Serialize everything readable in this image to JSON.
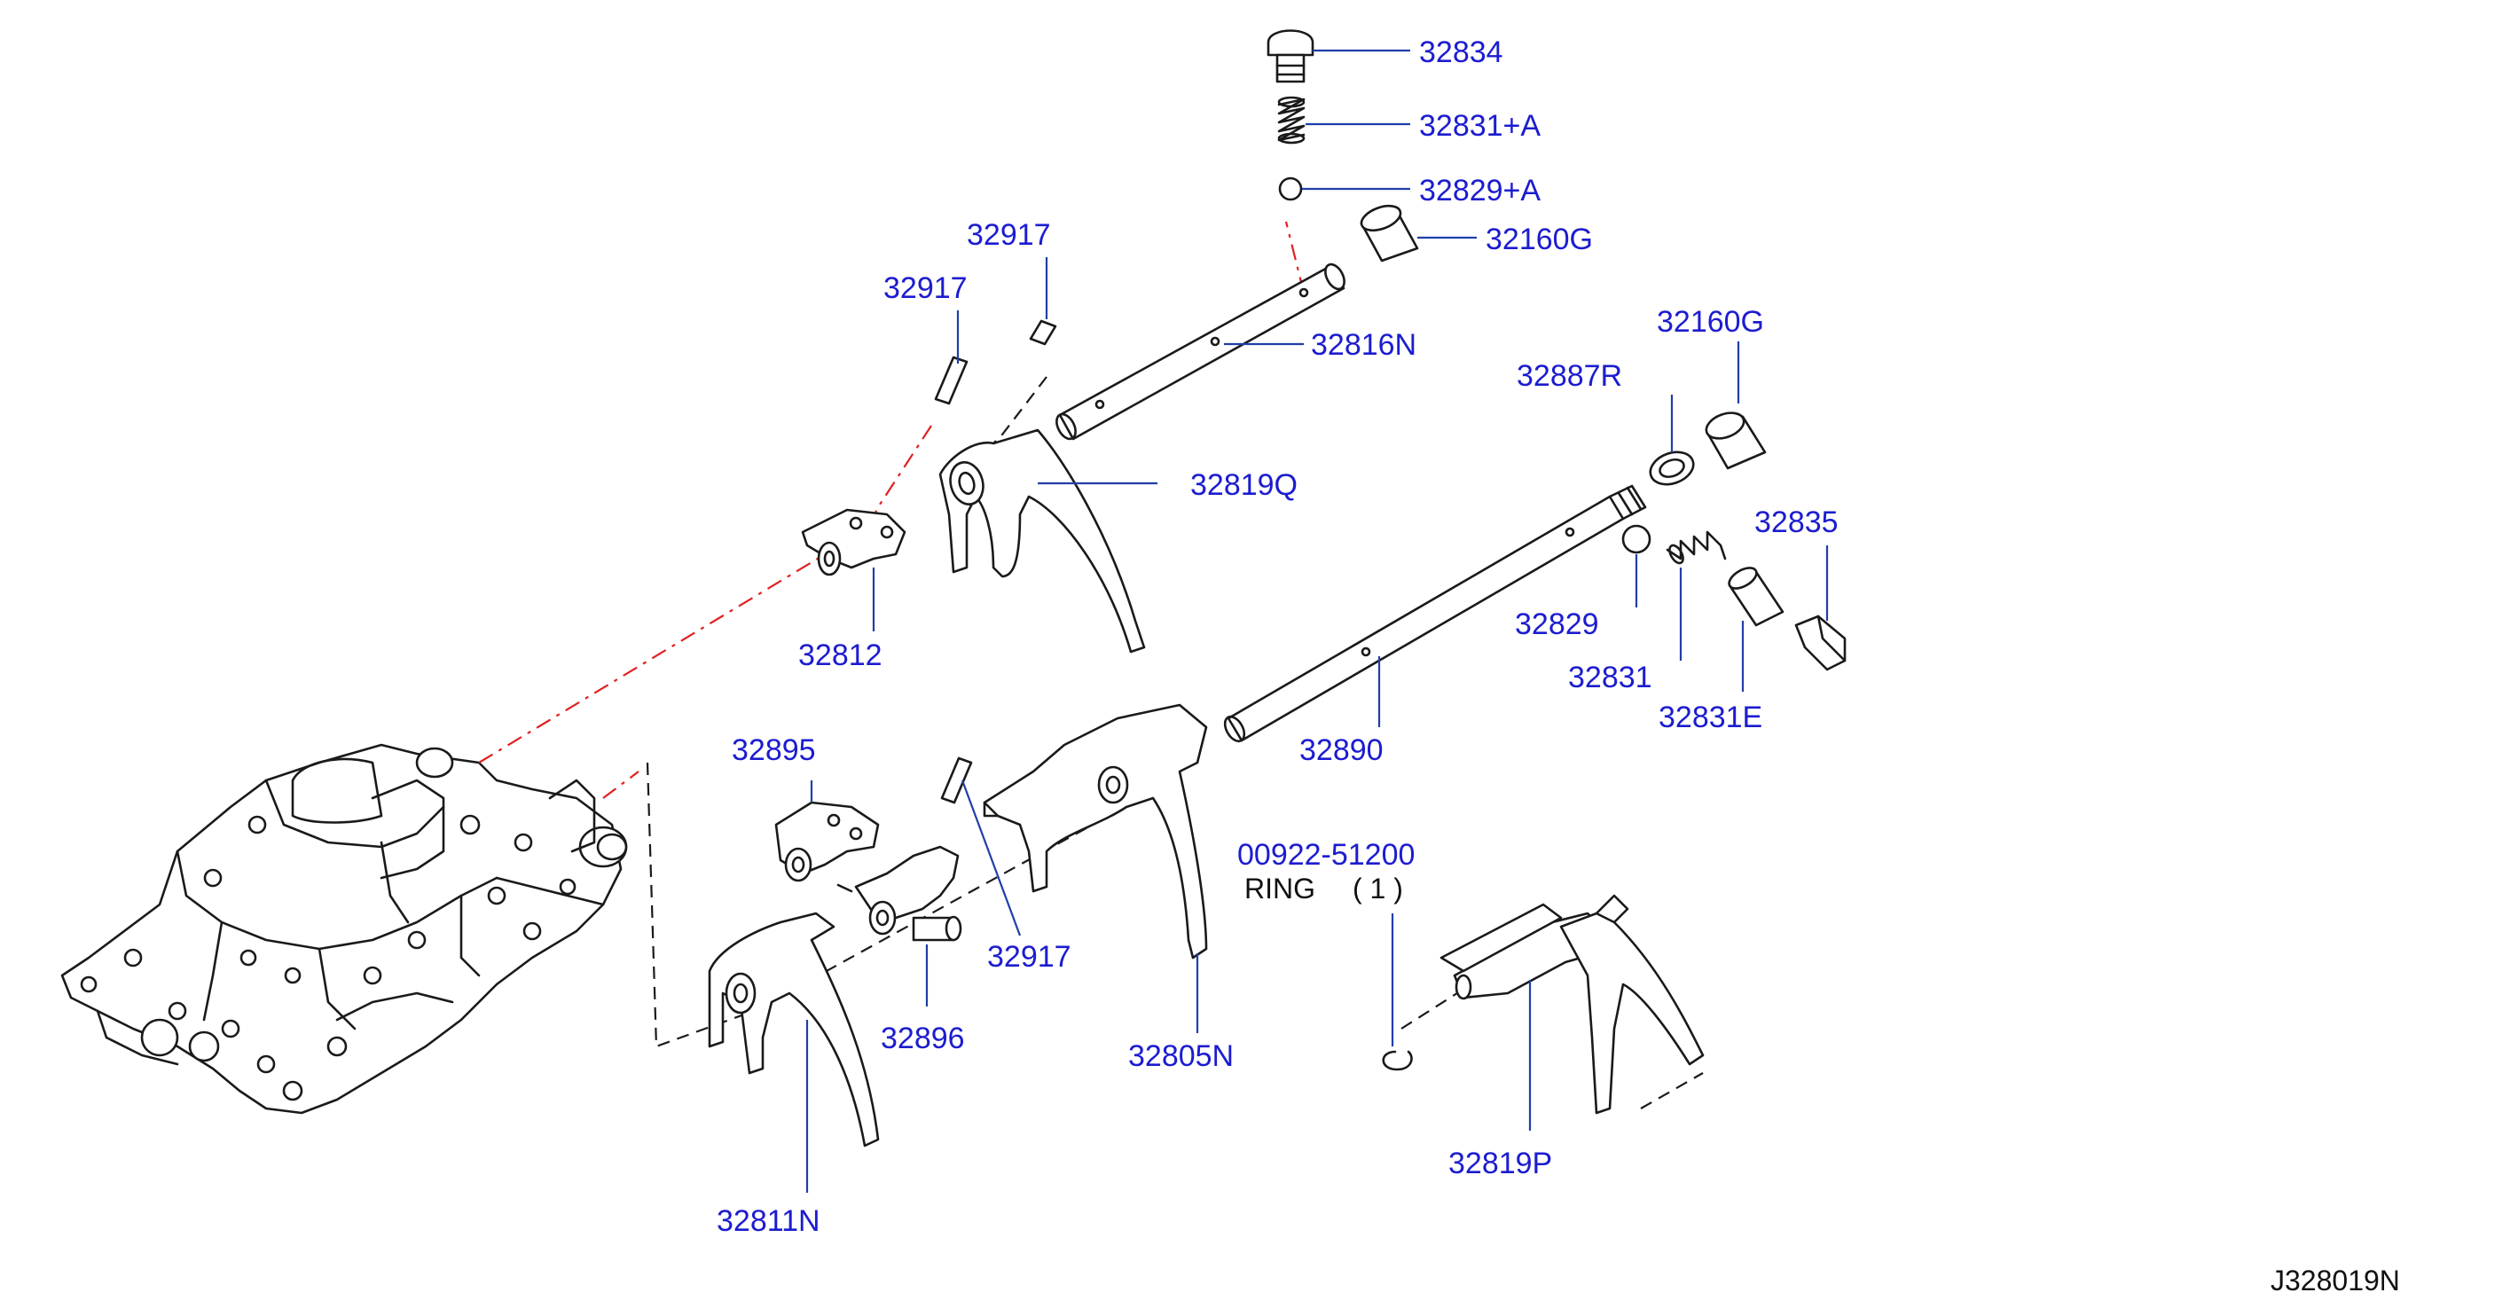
{
  "figure_code": "J328019N",
  "ring_note": {
    "label": "RING",
    "qty": "( 1 )"
  },
  "callouts": [
    {
      "id": "c-32834",
      "text": "32834"
    },
    {
      "id": "c-32831a",
      "text": "32831+A"
    },
    {
      "id": "c-32829a",
      "text": "32829+A"
    },
    {
      "id": "c-32160g-top",
      "text": "32160G"
    },
    {
      "id": "c-32917-top",
      "text": "32917"
    },
    {
      "id": "c-32917-mid",
      "text": "32917"
    },
    {
      "id": "c-32816n",
      "text": "32816N"
    },
    {
      "id": "c-32160g-right",
      "text": "32160G"
    },
    {
      "id": "c-32887r",
      "text": "32887R"
    },
    {
      "id": "c-32819q",
      "text": "32819Q"
    },
    {
      "id": "c-32835",
      "text": "32835"
    },
    {
      "id": "c-32812",
      "text": "32812"
    },
    {
      "id": "c-32829",
      "text": "32829"
    },
    {
      "id": "c-32831",
      "text": "32831"
    },
    {
      "id": "c-32831e",
      "text": "32831E"
    },
    {
      "id": "c-32890",
      "text": "32890"
    },
    {
      "id": "c-32895",
      "text": "32895"
    },
    {
      "id": "c-00922",
      "text": "00922-51200"
    },
    {
      "id": "c-32917-low",
      "text": "32917"
    },
    {
      "id": "c-32896",
      "text": "32896"
    },
    {
      "id": "c-32805n",
      "text": "32805N"
    },
    {
      "id": "c-32819p",
      "text": "32819P"
    },
    {
      "id": "c-32811n",
      "text": "32811N"
    }
  ],
  "colors": {
    "callout": "#1c1cd0",
    "leader": "#1f3fa8",
    "line": "#1a1a1a",
    "phantom": "#e02020"
  }
}
